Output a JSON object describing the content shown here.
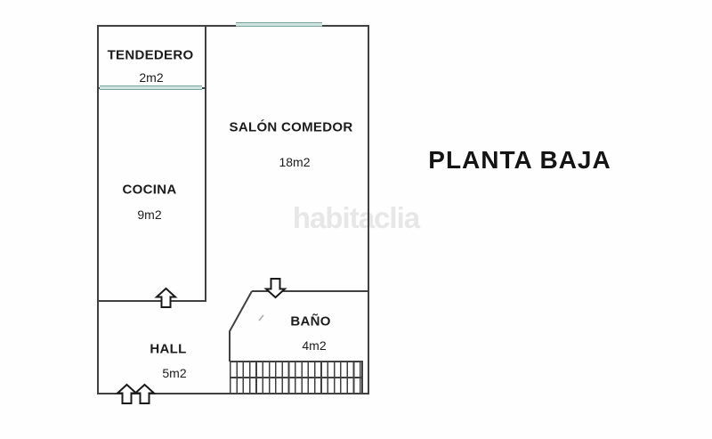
{
  "title": {
    "text": "PLANTA BAJA"
  },
  "watermark": {
    "text": "habitaclia"
  },
  "rooms": {
    "tendedero": {
      "name": "TENDEDERO",
      "area": "2m2"
    },
    "cocina": {
      "name": "COCINA",
      "area": "9m2"
    },
    "salon": {
      "name": "SALÓN COMEDOR",
      "area": "18m2"
    },
    "bano": {
      "name": "BAÑO",
      "area": "4m2"
    },
    "hall": {
      "name": "HALL",
      "area": "5m2"
    }
  },
  "colors": {
    "wall": "#414141",
    "window_fill": "#cfe4df",
    "window_border": "#79a49c",
    "watermark": "#e7e7e7"
  }
}
